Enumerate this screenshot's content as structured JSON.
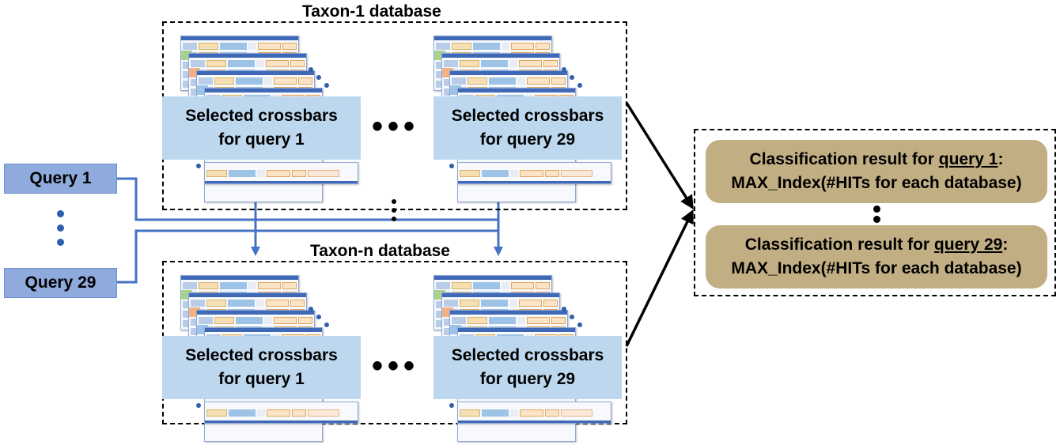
{
  "databases": {
    "top_title": "Taxon-1 database",
    "bottom_title": "Taxon-n database"
  },
  "queries": {
    "first": "Query 1",
    "last": "Query 29"
  },
  "crossbars": {
    "first_line1": "Selected crossbars",
    "first_line2": "for query 1",
    "last_line1": "Selected crossbars",
    "last_line2": "for query 29"
  },
  "results": {
    "first_prefix": "Classification result for ",
    "first_query": "query 1",
    "first_suffix": ":",
    "first_line2": "MAX_Index(#HITs for each database)",
    "last_prefix": "Classification result for ",
    "last_query": "query 29",
    "last_suffix": ":",
    "last_line2": "MAX_Index(#HITs for each database)"
  },
  "colors": {
    "query_fill": "#8faadc",
    "crossbar_label_fill": "#bdd7ee",
    "result_fill": "#c2ae83",
    "connector": "#4472c4"
  }
}
